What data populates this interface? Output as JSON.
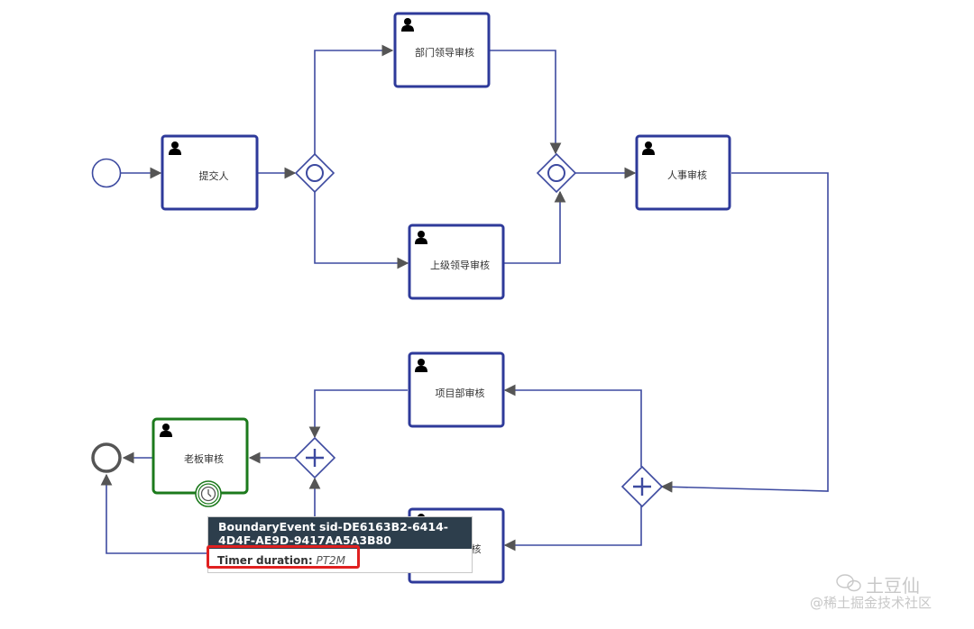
{
  "tasks": {
    "submitter": "提交人",
    "dept_leader": "部门领导审核",
    "superior_leader": "上级领导审核",
    "hr": "人事审核",
    "project_dept": "项目部审核",
    "hidden_task_suffix": "核",
    "boss": "老板审核"
  },
  "tooltip": {
    "title": "BoundaryEvent sid-DE6163B2-6414-4D4F-AE9D-9417AA5A3B80",
    "timer_label": "Timer duration:",
    "timer_value": "PT2M"
  },
  "watermark": {
    "name": "土豆仙",
    "community": "@稀土掘金技术社区"
  },
  "colors": {
    "task_border": "#2e3a9a",
    "active_task_border": "#1c7a1c",
    "flow": "#3d4aa0",
    "gateway": "#3d4aa0",
    "end_event": "#555555",
    "highlight": "#e02020",
    "tooltip_header": "#2d3e4c"
  },
  "icons": [
    "user-icon",
    "timer-icon",
    "plus-icon",
    "circle-icon",
    "wechat-icon"
  ]
}
